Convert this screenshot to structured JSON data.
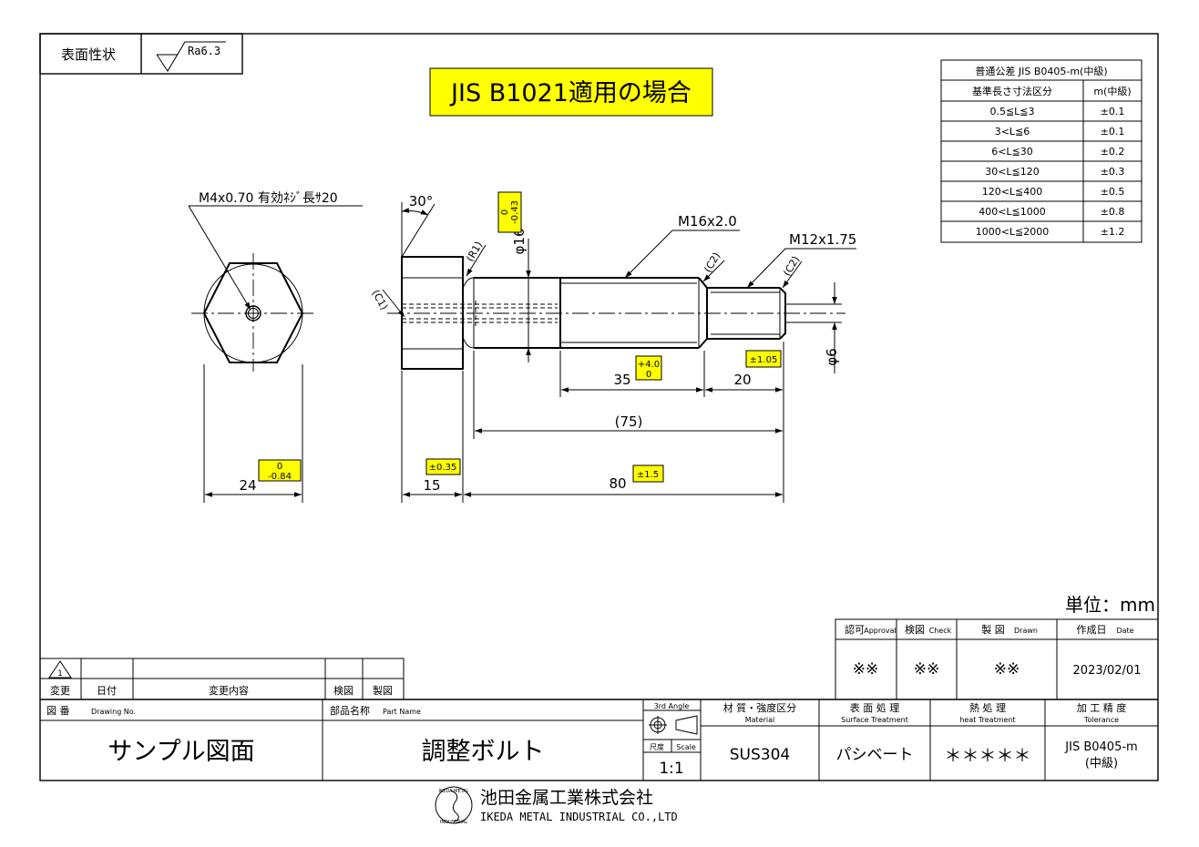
{
  "surface": {
    "label": "表面性状",
    "roughness": "Ra6.3"
  },
  "banner": {
    "text": "JIS B1021適用の場合",
    "color": "#ffff00"
  },
  "tolerance_table": {
    "title": "普通公差 JIS B0405-m(中級)",
    "col1": "基準長さ寸法区分",
    "col2": "m(中級)",
    "rows": [
      {
        "range": "0.5≦L≦3",
        "tol": "±0.1"
      },
      {
        "range": "3<L≦6",
        "tol": "±0.1"
      },
      {
        "range": "6<L≦30",
        "tol": "±0.2"
      },
      {
        "range": "30<L≦120",
        "tol": "±0.3"
      },
      {
        "range": "120<L≦400",
        "tol": "±0.5"
      },
      {
        "range": "400<L≦1000",
        "tol": "±0.8"
      },
      {
        "range": "1000<L≦2000",
        "tol": "±1.2"
      }
    ]
  },
  "dims": {
    "thread_note": "M4x0.70 有効ﾈｼﾞ長ｻ20",
    "angle": "30°",
    "r1": "(R1)",
    "c1": "(C1)",
    "c2a": "(C2)",
    "c2b": "(C2)",
    "phi16": "φ16",
    "phi16_tol_up": "0",
    "phi16_tol_low": "-0.43",
    "m16": "M16x2.0",
    "m12": "M12x1.75",
    "phi6": "φ6",
    "d35": "35",
    "d35_tol_up": "+4.0",
    "d35_tol_low": "0",
    "d20": "20",
    "d20_tol": "±1.05",
    "d75": "(75)",
    "d80": "80",
    "d80_tol": "±1.5",
    "d15": "15",
    "d15_tol": "±0.35",
    "d24": "24",
    "d24_tol_up": "0",
    "d24_tol_low": "-0.84"
  },
  "unit": "単位：mm",
  "approval": {
    "h1": "認可",
    "h1e": "Approval",
    "h2": "検図",
    "h2e": "Check",
    "h3": "製 図",
    "h3e": "Drawn",
    "h4": "作成日",
    "h4e": "Date",
    "v1": "※※",
    "v2": "※※",
    "v3": "※※",
    "v4": "2023/02/01"
  },
  "revision": {
    "num": "1",
    "h_change": "変更",
    "h_date": "日付",
    "h_content": "変更内容",
    "h_check": "検図",
    "h_drawn": "製図"
  },
  "title_block": {
    "dwg_label": "図 番",
    "dwg_label_en": "Drawing No.",
    "part_label": "部品名称",
    "part_label_en": "Part Name",
    "proj": "3rd Angle",
    "scale_label": "尺度",
    "scale_label_en": "Scale",
    "material_label": "材 質・強度区分",
    "material_label_en": "Material",
    "surface_label": "表 面 処 理",
    "surface_label_en": "Surface Treatment",
    "heat_label": "熱 処 理",
    "heat_label_en": "heat Treatment",
    "tol_label": "加 工 精 度",
    "tol_label_en": "Tolerance",
    "dwg_no": "サンプル図面",
    "part_name": "調整ボルト",
    "scale": "1:1",
    "material": "SUS304",
    "surface": "パシベート",
    "heat": "＊＊＊＊＊",
    "tol1": "JIS B0405-m",
    "tol2": "(中級)"
  },
  "company": {
    "name_jp": "池田金属工業株式会社",
    "name_en": "IKEDA METAL INDUSTRIAL CO.,LTD",
    "seal_top": "IKEDA METAL",
    "seal_bottom": "INDUSTRIAL"
  }
}
